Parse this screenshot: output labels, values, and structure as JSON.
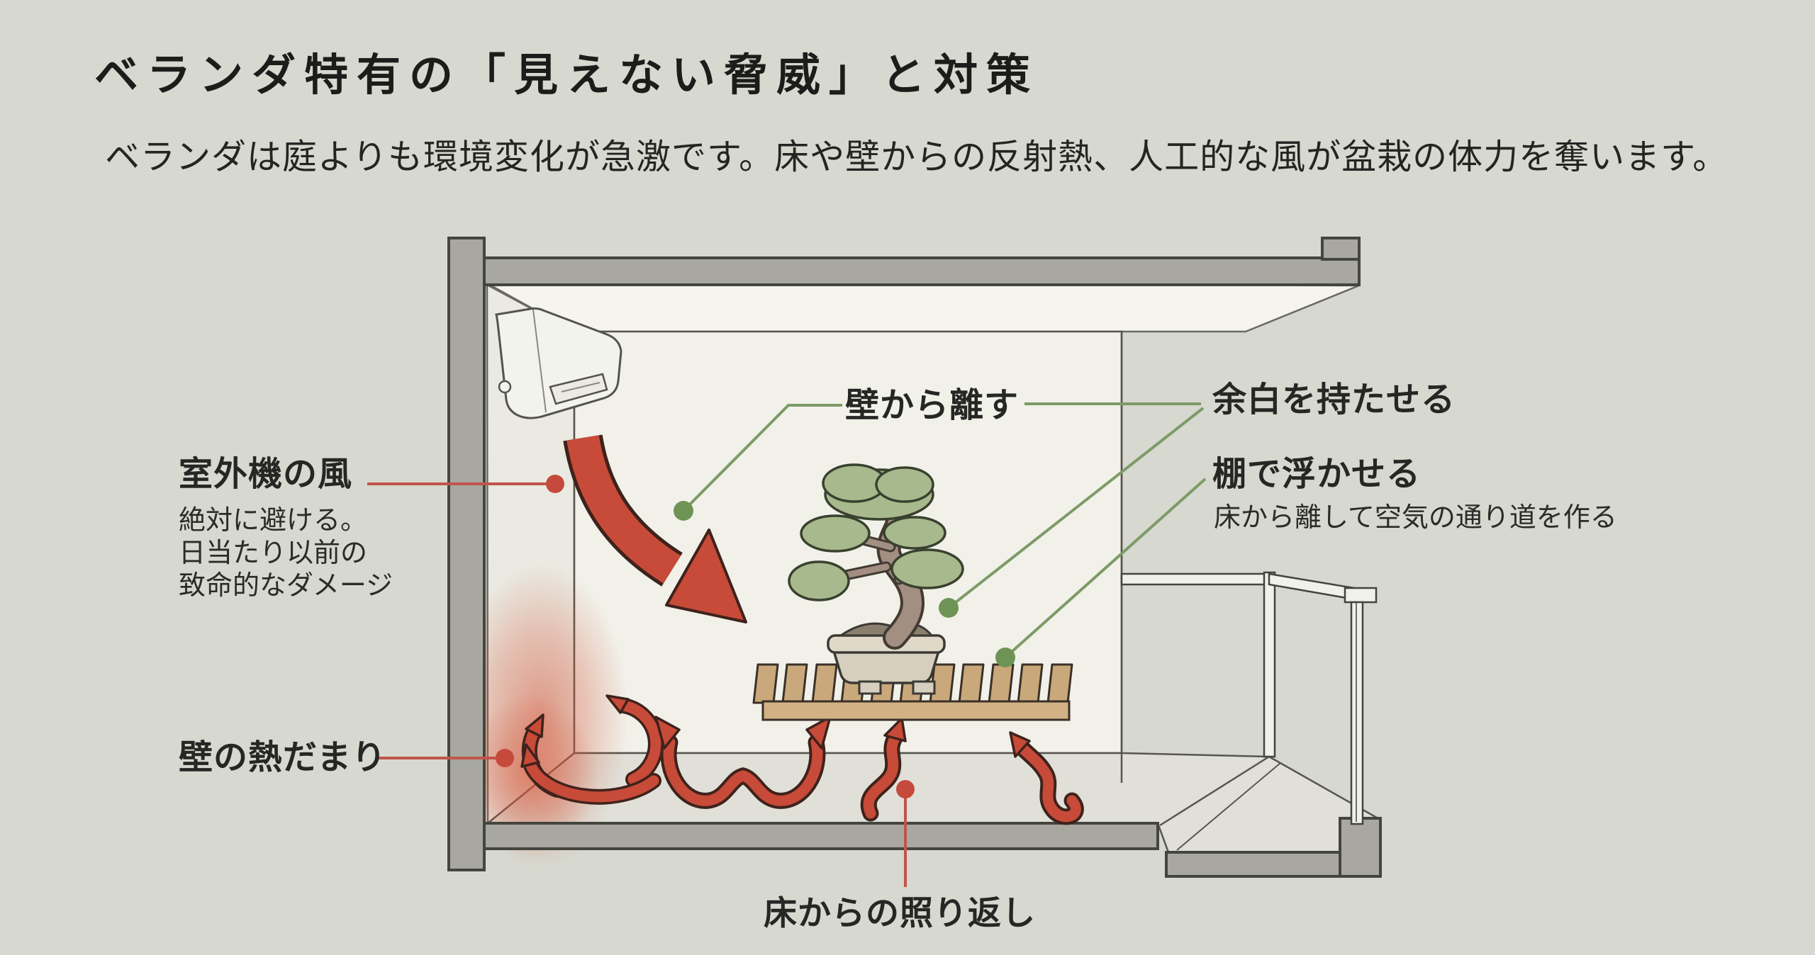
{
  "page": {
    "title": "ベランダ特有の「見えない脅威」と対策",
    "subtitle": "ベランダは庭よりも環境変化が急激です。床や壁からの反射熱、人工的な風が盆栽の体力を奪います。"
  },
  "annotations": {
    "outdoor_unit_wind": {
      "label": "室外機の風",
      "desc_lines": [
        "絶対に避ける。",
        "日当たり以前の",
        "致命的なダメージ"
      ]
    },
    "wall_heat_pool": {
      "label": "壁の熱だまり"
    },
    "keep_away_from_wall": {
      "label": "壁から離す"
    },
    "allow_margin": {
      "label": "余白を持たせる"
    },
    "raise_on_shelf": {
      "label": "棚で浮かせる",
      "desc": "床から離して空気の通り道を作る"
    },
    "floor_reflection": {
      "label": "床からの照り返し"
    }
  },
  "colors": {
    "background": "#d7d8d0",
    "threat_red": "#c74b38",
    "threat_outline": "#3f221c",
    "measure_green": "#7d9b66",
    "frame_gray": "#a8a8a1",
    "wood_tan": "#c9a87b",
    "foliage_green": "#a8b98d"
  }
}
